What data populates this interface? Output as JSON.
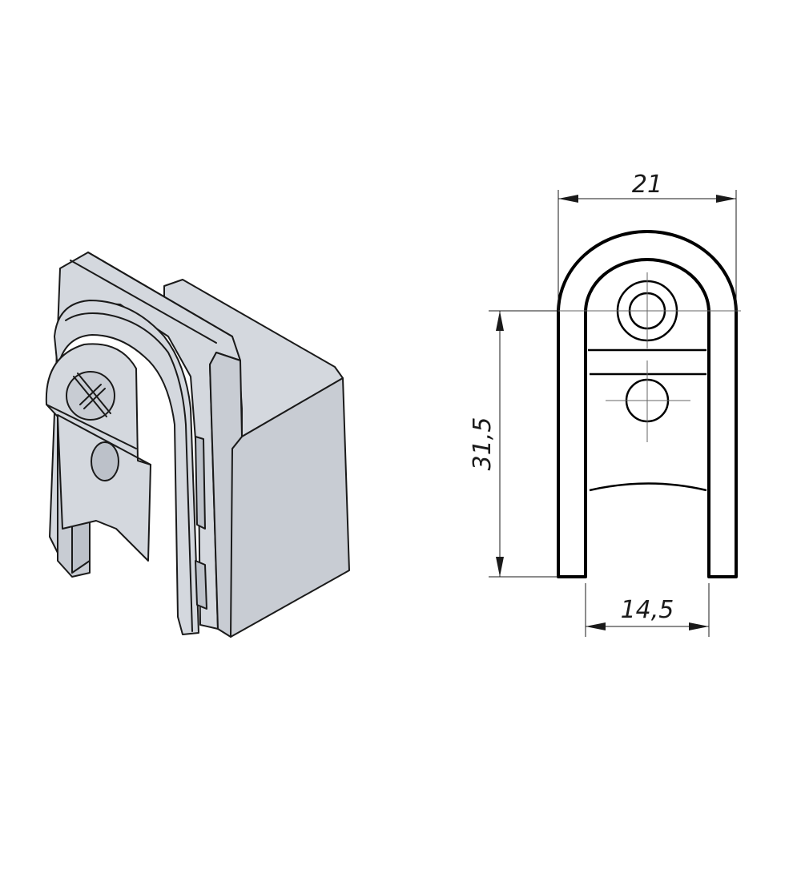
{
  "dimensions": {
    "width_total": "21",
    "height_total": "31,5",
    "width_inner": "14,5"
  },
  "colors": {
    "part_fill": "#cdd1d8",
    "line": "#1a1a1a",
    "background": "#ffffff"
  }
}
